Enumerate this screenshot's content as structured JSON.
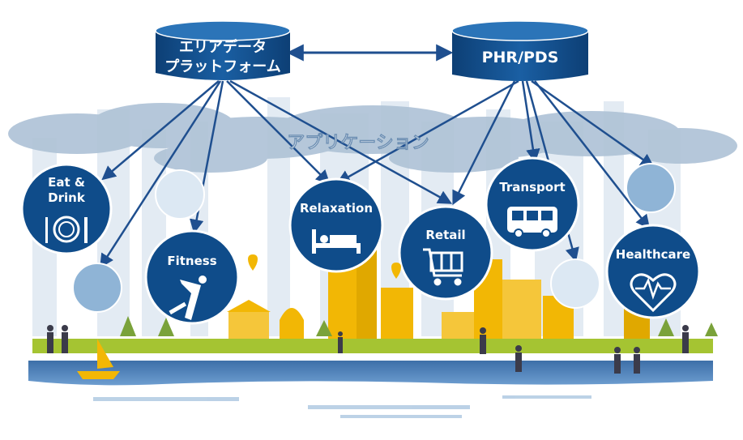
{
  "platform": {
    "area_data": {
      "line1": "エリアデータ",
      "line2": "プラットフォーム"
    },
    "phr": {
      "label": "PHR/PDS"
    }
  },
  "application": {
    "label": "アプリケーション"
  },
  "services": {
    "eat_drink": {
      "line1": "Eat &",
      "line2": "Drink"
    },
    "fitness": {
      "label": "Fitness"
    },
    "relaxation": {
      "label": "Relaxation"
    },
    "retail": {
      "label": "Retail"
    },
    "transport": {
      "label": "Transport"
    },
    "healthcare": {
      "label": "Healthcare"
    }
  },
  "colors": {
    "navy": "#0f4c8a",
    "arrow": "#1f4f8f",
    "light_circle": "#8fb4d6",
    "cloud": "#aec2d6",
    "yellow": "#f2b705",
    "river": "#4a7fb8",
    "grass": "#a5c432"
  }
}
